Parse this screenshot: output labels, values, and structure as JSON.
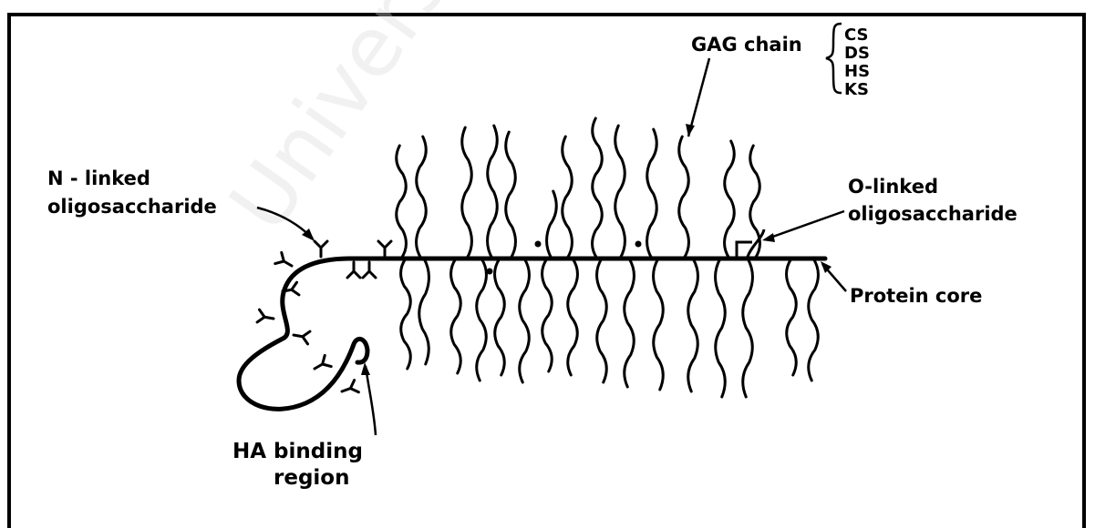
{
  "watermark_text": "University",
  "labels": {
    "gag_chain": "GAG chain",
    "gag_types": [
      "CS",
      "DS",
      "HS",
      "KS"
    ],
    "n_linked_line1": "N - linked",
    "n_linked_line2": "oligosaccharide",
    "o_linked_line1": "O-linked",
    "o_linked_line2": "oligosaccharide",
    "protein_core": "Protein core",
    "ha_line1": "HA binding",
    "ha_line2": "region"
  },
  "colors": {
    "ink": "#000000",
    "background": "#ffffff",
    "watermark": "#d9d9d9"
  }
}
